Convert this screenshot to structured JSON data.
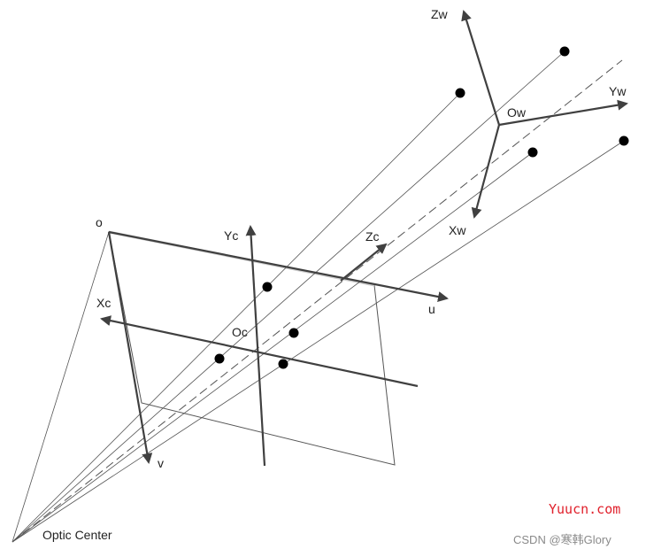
{
  "labels": {
    "zw": "Zw",
    "yw": "Yw",
    "ow": "Ow",
    "xw": "Xw",
    "o": "o",
    "yc": "Yc",
    "zc": "Zc",
    "xc": "Xc",
    "u": "u",
    "oc": "Oc",
    "v": "v",
    "optic_center": "Optic Center"
  },
  "watermark": {
    "site": "Yuucn.com",
    "author": "CSDN @寒韩Glory"
  },
  "colors": {
    "line": "#4a4a4a",
    "axis": "#404040",
    "point": "#000000",
    "watermark_red": "#e0202b",
    "watermark_gray": "#8a8a8a"
  }
}
